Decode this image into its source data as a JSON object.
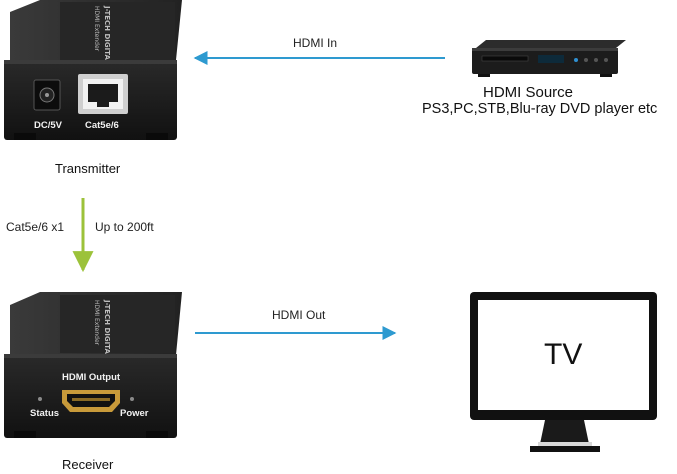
{
  "colors": {
    "hdmi_arrow": "#2e9ad0",
    "cable_arrow": "#9cc23a",
    "device_body": "#1a1a1a",
    "device_top": "#2f2f2f"
  },
  "transmitter": {
    "name": "Transmitter",
    "power_port_label": "DC/5V",
    "network_port_label": "Cat5e/6"
  },
  "receiver": {
    "name": "Receiver",
    "output_label": "HDMI Output",
    "status_label": "Status",
    "power_label": "Power"
  },
  "links": {
    "hdmi_in": "HDMI  In",
    "hdmi_out": "HDMI Out",
    "cable_type": "Cat5e/6 x1",
    "cable_distance": "Up to 200ft"
  },
  "source": {
    "title": "HDMI Source",
    "examples": "PS3,PC,STB,Blu-ray DVD player etc"
  },
  "display": {
    "screen_text": "TV"
  },
  "icons": [
    "power-jack-icon",
    "rj45-port-icon",
    "hdmi-port-icon",
    "led-icon",
    "dvd-player-icon",
    "tv-monitor-icon"
  ]
}
